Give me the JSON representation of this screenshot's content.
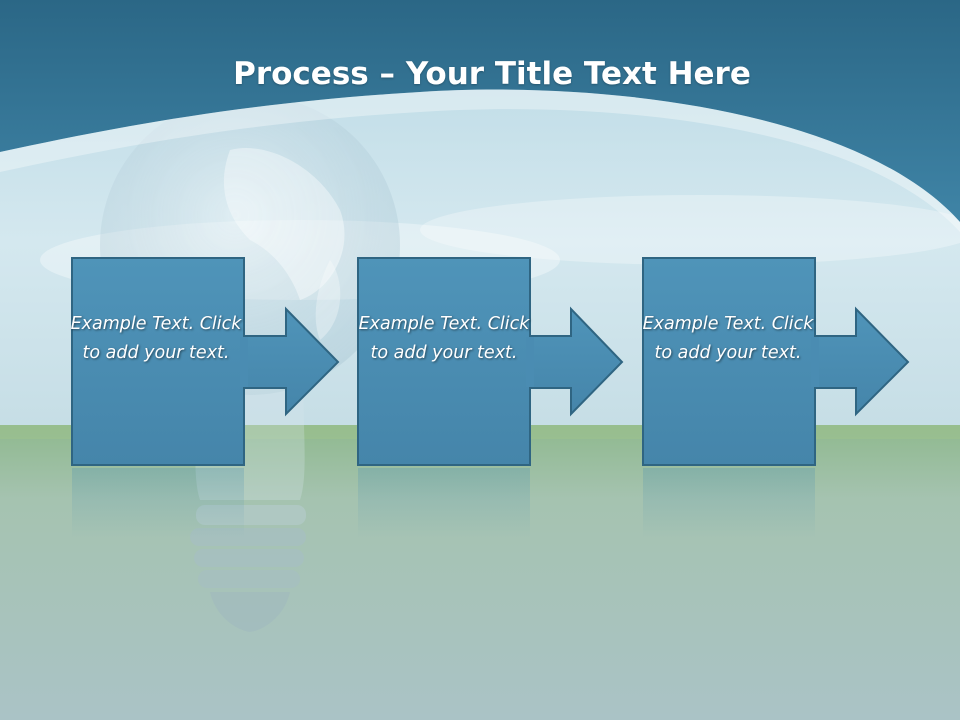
{
  "slide": {
    "title_strong": "Process",
    "title_rest": " – Your Title Text Here",
    "steps": [
      {
        "text": "Example Text. Click  to add your text."
      },
      {
        "text": "Example Text. Click  to add your text."
      },
      {
        "text": "Example Text. Click  to add your text."
      }
    ]
  },
  "colors": {
    "header": "#2e6f8e",
    "box_fill": "#4a8fb4",
    "box_stroke": "#2f6582",
    "sky": "#cfe6ef",
    "grass": "#7aa88a"
  },
  "icons": [
    "globe-bulb-icon",
    "arrow-right-icon"
  ]
}
